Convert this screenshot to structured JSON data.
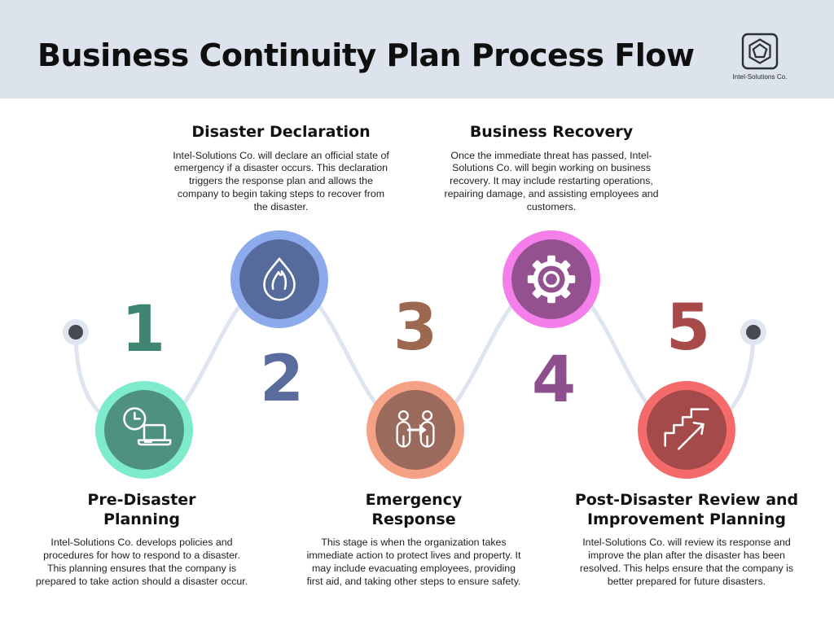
{
  "header": {
    "title": "Business Continuity Plan Process Flow",
    "company": "Intel-Solutions Co."
  },
  "colors": {
    "header_bg": "#dce3ed",
    "connector": "#dfe5ee",
    "endpoint_halo": "#dfe5ee",
    "endpoint_dot": "#464b52",
    "icon_stroke": "#ffffff"
  },
  "steps": [
    {
      "number": "1",
      "title": "Pre-Disaster\nPlanning",
      "description": "Intel-Solutions Co. develops policies and procedures for how to respond to a disaster. This planning ensures that the company is prepared to take action should a disaster occur.",
      "icon": "clock-laptop-icon",
      "colors": {
        "ring": "#7eebcd",
        "disc": "#4f9181",
        "number": "#3e8672"
      }
    },
    {
      "number": "2",
      "title": "Disaster Declaration",
      "description": "Intel-Solutions Co. will declare an official state of emergency if a disaster occurs. This declaration triggers the response plan and allows the company to begin taking steps to recover from the disaster.",
      "icon": "flame-icon",
      "colors": {
        "ring": "#8caaec",
        "disc": "#566b9c",
        "number": "#5a6c9e"
      }
    },
    {
      "number": "3",
      "title": "Emergency\nResponse",
      "description": "This stage is when the organization takes immediate action to protect lives and property. It may include evacuating employees, providing first aid, and taking other steps to ensure safety.",
      "icon": "people-transfer-icon",
      "colors": {
        "ring": "#f5a184",
        "disc": "#9a6a5d",
        "number": "#9d6850"
      }
    },
    {
      "number": "4",
      "title": "Business Recovery",
      "description": "Once the immediate threat has passed, Intel-Solutions Co. will begin working on business recovery. It may include restarting operations, repairing damage, and assisting employees and customers.",
      "icon": "gear-icon",
      "colors": {
        "ring": "#f57fea",
        "disc": "#93528f",
        "number": "#8d4f8d"
      }
    },
    {
      "number": "5",
      "title": "Post-Disaster Review and\nImprovement Planning",
      "description": "Intel-Solutions Co. will review its response and improve the plan after the disaster has been resolved. This helps ensure that the company is better prepared for future disasters.",
      "icon": "stairs-growth-icon",
      "colors": {
        "ring": "#f56a6a",
        "disc": "#a54a4a",
        "number": "#a84a4a"
      }
    }
  ]
}
